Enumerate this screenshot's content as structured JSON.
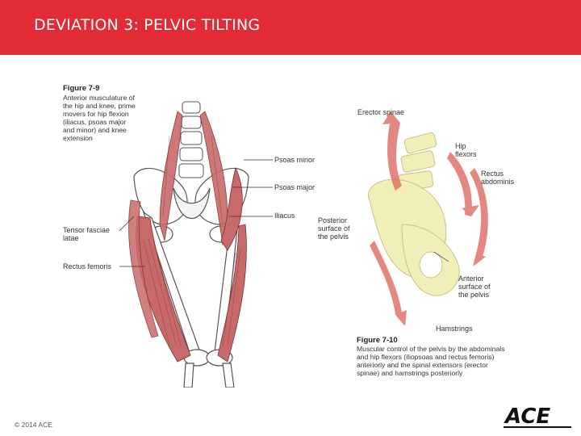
{
  "slide": {
    "title": "DEVIATION 3: PELVIC TILTING",
    "footer": "© 2014 ACE",
    "logo_text": "ACE"
  },
  "figure_left": {
    "caption_title": "Figure 7-9",
    "caption_lines": [
      "Anterior musculature of",
      "the hip and knee, prime",
      "movers for hip flexion",
      "(iliacus, psoas major",
      "and minor) and knee",
      "extension"
    ],
    "labels": {
      "psoas_minor": "Psoas minor",
      "psoas_major": "Psoas major",
      "iliacus": "Iliacus",
      "tensor_1": "Tensor fasciae",
      "tensor_2": "latae",
      "rectus_femoris": "Rectus femoris"
    }
  },
  "figure_right": {
    "caption_title": "Figure 7-10",
    "caption_lines": [
      "Muscular control of the pelvis by the abdominals",
      "and hip flexors (iliopsoas and rectus femoris)",
      "anteriorly and the spinal extensors (erector",
      "spinae) and hamstrings posteriorly"
    ],
    "labels": {
      "erector_spinae": "Erector spinae",
      "hip_flexors_1": "Hip",
      "hip_flexors_2": "flexors",
      "rectus_abdominis_1": "Rectus",
      "rectus_abdominis_2": "abdominis",
      "posterior_1": "Posterior",
      "posterior_2": "surface of",
      "posterior_3": "the pelvis",
      "anterior_1": "Anterior",
      "anterior_2": "surface of",
      "anterior_3": "the pelvis",
      "hamstrings": "Hamstrings"
    }
  },
  "colors": {
    "header_bg": "#e32b36",
    "muscle": "#c96a6a",
    "bone": "#f2eeb8",
    "arrow": "#e0736a"
  }
}
